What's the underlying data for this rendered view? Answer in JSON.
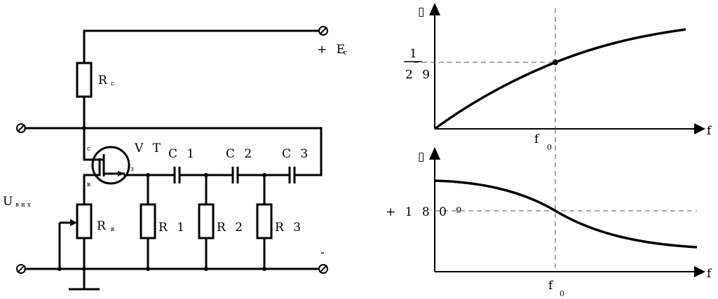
{
  "circuit": {
    "supply_label": "+ E",
    "supply_sub": "c",
    "rc_label": "R",
    "rc_sub": "c",
    "transistor_label": "V T",
    "pin_c": "c",
    "pin_b": "в",
    "pin_e": "з",
    "c1_label": "C 1",
    "c2_label": "C 2",
    "c3_label": "C 3",
    "r1_label": "R 1",
    "r2_label": "R 2",
    "r3_label": "R 3",
    "rb_label": "R",
    "rb_sub": "в",
    "out_label": "U",
    "out_sub": "в и х",
    "minus_label": "-"
  },
  "graphs": {
    "top_y_label": "▯",
    "top_x_label": "f",
    "top_f0_label": "f",
    "top_f0_sub": "0",
    "frac_num": "1",
    "frac_den": "2 9",
    "bottom_y_label": "▯",
    "bottom_x_label": "f",
    "bottom_f0_label": "f",
    "bottom_f0_sub": "0",
    "phase_label": "+ 1 8 0 º"
  }
}
